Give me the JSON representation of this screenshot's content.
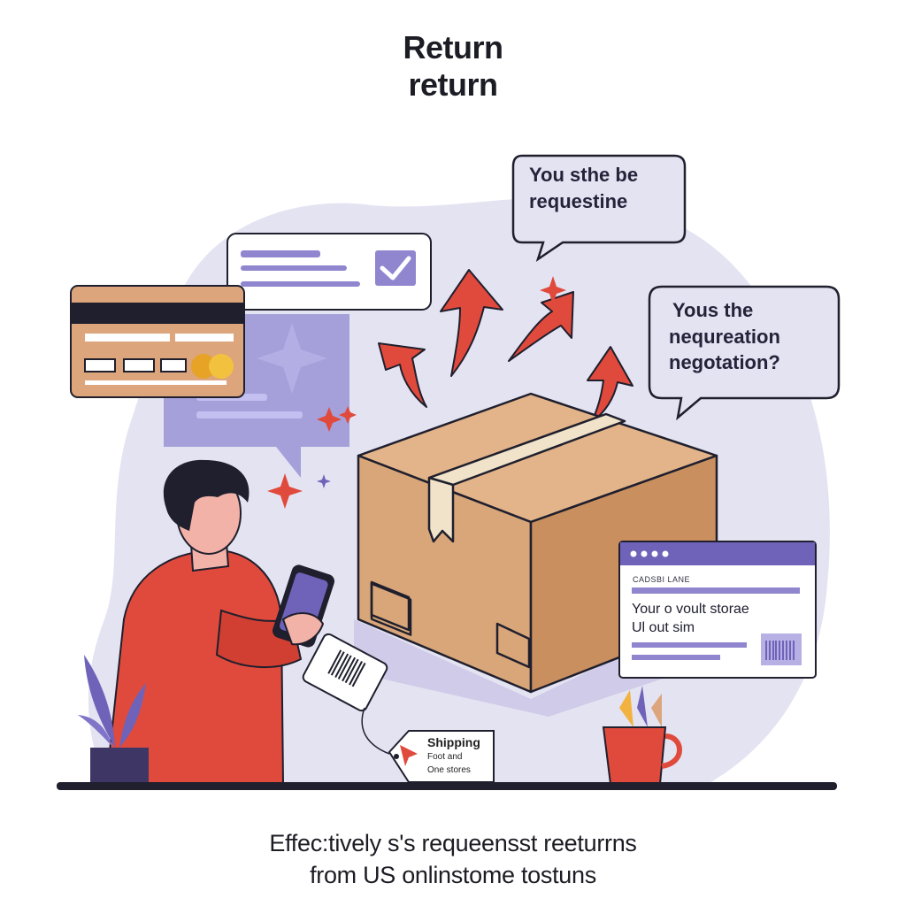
{
  "header": {
    "title_line1": "Return",
    "title_line2": "return"
  },
  "bubbles": {
    "top": {
      "line1": "You sthe be",
      "line2": "requestine"
    },
    "right": {
      "line1": "Yous the",
      "line2": "nequreation",
      "line3": "negotation?"
    }
  },
  "store_window": {
    "label": "CADSBI LANE",
    "line1": "Your o voult storae",
    "line2": "Ul out sim"
  },
  "shipping_tag": {
    "line1": "Shipping",
    "line2": "Foot and",
    "line3": "One stores"
  },
  "caption": {
    "line1": "Effec:tively s's requeensst reeturrns",
    "line2": "from US onlinstome tostuns"
  },
  "colors": {
    "lavender": "#e4e3f2",
    "purple": "#6e63b9",
    "red_accent": "#e04a3c",
    "cardboard": "#d8a679",
    "outline": "#1f1f2e"
  },
  "icons": [
    "check-icon",
    "credit-card-icon",
    "barcode-icon",
    "sparkle-icon",
    "arrow-icon",
    "plant-icon",
    "pencil-cup-icon",
    "smartphone-icon"
  ]
}
